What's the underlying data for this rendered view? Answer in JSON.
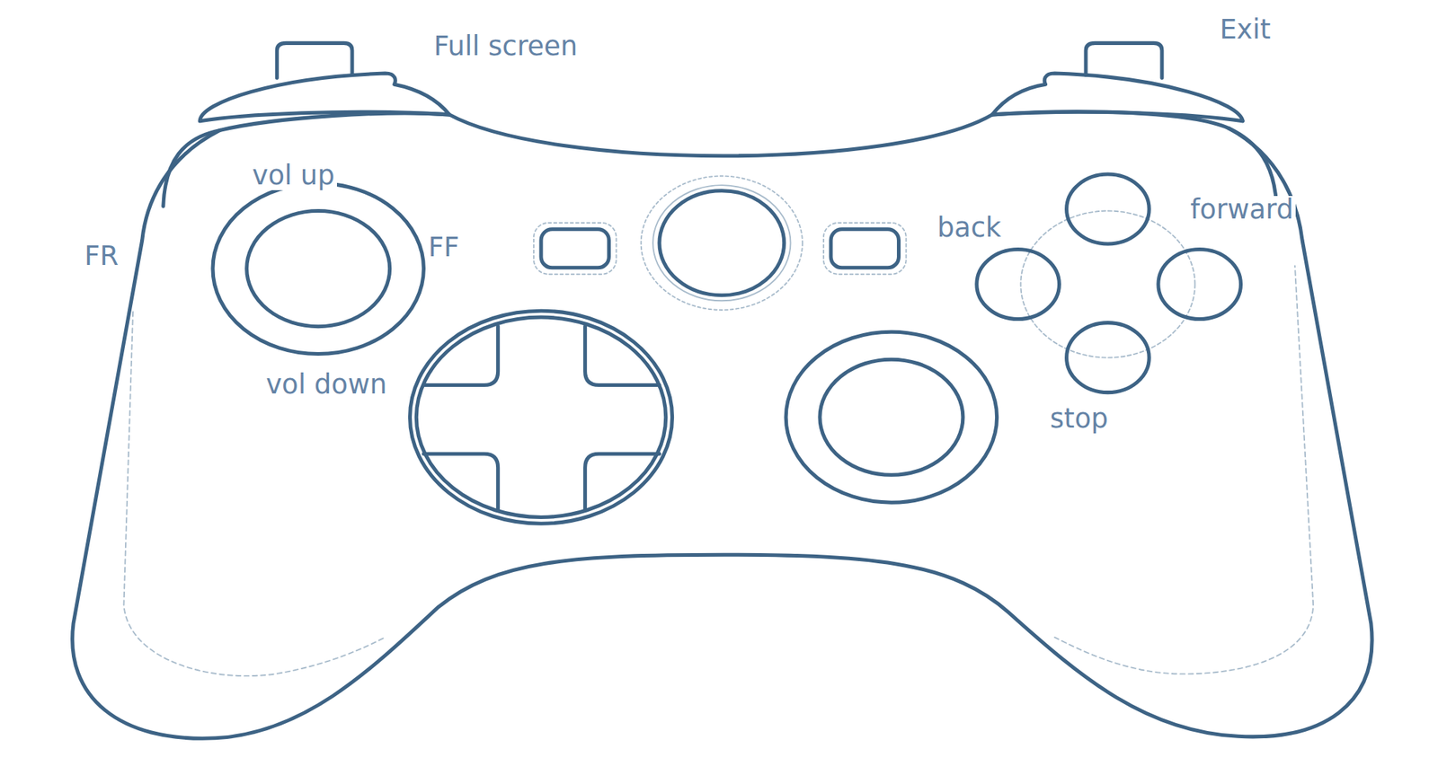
{
  "diagram": {
    "labels": [
      "Full screen",
      "Exit",
      "vol up",
      "FR",
      "FF",
      "forward",
      "back",
      "vol down",
      "stop"
    ]
  }
}
